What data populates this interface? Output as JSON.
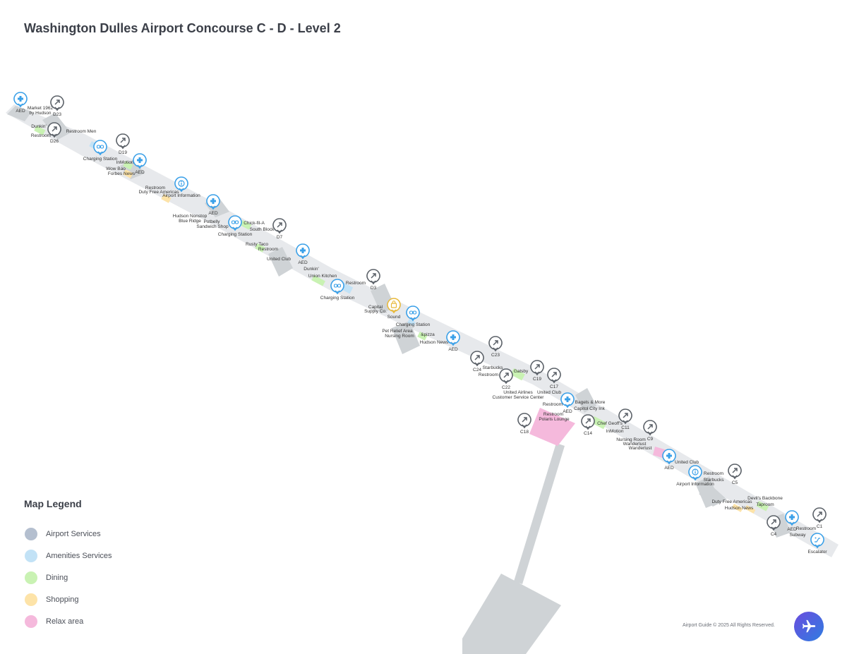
{
  "title": "Washington Dulles Airport Concourse C - D - Level 2",
  "colors": {
    "terminal": "#e7e9ec",
    "corridor": "#cfd3d6",
    "airport_services": "#b4bfcf",
    "amenities_services": "#c2e2f6",
    "dining": "#c9f2b3",
    "shopping": "#fde3a8",
    "relax_area": "#f5b9dc",
    "pin_outline": "#5b6168",
    "medical_pin": "#3aa0e8",
    "shop_pin": "#e8b93a"
  },
  "legend": {
    "title": "Map Legend",
    "items": [
      {
        "label": "Airport Services",
        "color": "#b4bfcf"
      },
      {
        "label": "Amenities Services",
        "color": "#c2e2f6"
      },
      {
        "label": "Dining",
        "color": "#c9f2b3"
      },
      {
        "label": "Shopping",
        "color": "#fde3a8"
      },
      {
        "label": "Relax area",
        "color": "#f5b9dc"
      }
    ]
  },
  "pins": [
    {
      "type": "aed",
      "label": "AED",
      "icon": "medical-cross-icon"
    },
    {
      "type": "gate",
      "label": "D23",
      "icon": "arrow-up-right-icon"
    },
    {
      "type": "gate",
      "label": "D26",
      "icon": "arrow-up-right-icon"
    },
    {
      "type": "charging",
      "label": "Charging Station",
      "icon": "plug-icon"
    },
    {
      "type": "gate",
      "label": "D19",
      "icon": "arrow-up-right-icon"
    },
    {
      "type": "aed",
      "label": "AED",
      "icon": "medical-cross-icon"
    },
    {
      "type": "info",
      "label": "Airport Information",
      "icon": "info-icon"
    },
    {
      "type": "aed",
      "label": "AED",
      "icon": "medical-cross-icon"
    },
    {
      "type": "charging",
      "label": "Charging Station",
      "icon": "plug-icon"
    },
    {
      "type": "gate",
      "label": "D7",
      "icon": "arrow-up-right-icon"
    },
    {
      "type": "aed",
      "label": "AED",
      "icon": "medical-cross-icon"
    },
    {
      "type": "gate",
      "label": "D3",
      "icon": "arrow-up-right-icon"
    },
    {
      "type": "charging",
      "label": "Charging Station",
      "icon": "plug-icon"
    },
    {
      "type": "shop",
      "label": "Sound",
      "icon": "shopping-bag-icon"
    },
    {
      "type": "charging",
      "label": "Charging Station",
      "icon": "plug-icon"
    },
    {
      "type": "aed",
      "label": "AED",
      "icon": "medical-cross-icon"
    },
    {
      "type": "gate",
      "label": "C23",
      "icon": "arrow-up-right-icon"
    },
    {
      "type": "gate",
      "label": "C24",
      "icon": "arrow-up-right-icon"
    },
    {
      "type": "gate",
      "label": "C22",
      "icon": "arrow-up-right-icon"
    },
    {
      "type": "gate",
      "label": "C19",
      "icon": "arrow-up-right-icon"
    },
    {
      "type": "gate",
      "label": "C17",
      "icon": "arrow-up-right-icon"
    },
    {
      "type": "aed",
      "label": "AED",
      "icon": "medical-cross-icon"
    },
    {
      "type": "gate",
      "label": "C18",
      "icon": "arrow-up-right-icon"
    },
    {
      "type": "gate",
      "label": "C14",
      "icon": "arrow-up-right-icon"
    },
    {
      "type": "gate",
      "label": "C11",
      "icon": "arrow-up-right-icon"
    },
    {
      "type": "gate",
      "label": "C9",
      "icon": "arrow-up-right-icon"
    },
    {
      "type": "aed",
      "label": "AED",
      "icon": "medical-cross-icon"
    },
    {
      "type": "info",
      "label": "Airport Information",
      "icon": "info-icon"
    },
    {
      "type": "gate",
      "label": "C5",
      "icon": "arrow-up-right-icon"
    },
    {
      "type": "gate",
      "label": "C4",
      "icon": "arrow-up-right-icon"
    },
    {
      "type": "aed",
      "label": "AED",
      "icon": "medical-cross-icon"
    },
    {
      "type": "gate",
      "label": "C1",
      "icon": "arrow-up-right-icon"
    },
    {
      "type": "escalator",
      "label": "Escalator",
      "icon": "escalator-icon"
    }
  ],
  "place_labels": [
    "Market 1962",
    "by Hudson",
    "Dunkin'",
    "Restroom",
    "Restroom Men",
    "InMotion",
    "Wow Bao",
    "Forbes News",
    "Restroom",
    "Duty Free Americas",
    "Hudson Nonstop",
    "Blue Ridge",
    "Potbelly",
    "Sandwich Shop",
    "Chick-fil-A",
    "South Block",
    "Rusty Taco",
    "Restroom",
    "United Club",
    "Dunkin'",
    "Union Kitchen",
    "Restroom",
    "Capital",
    "Supply Co.",
    "Pet Relief Area",
    "Nursing Room",
    "&pizza",
    "Hudson News",
    "Starbucks",
    "Restroom",
    "Gatsby",
    "United Airlines",
    "Customer Service Center",
    "United Club",
    "Restroom",
    "Bagels & More",
    "Capitol City Ink",
    "Restroom",
    "Polaris Lounge",
    "Chef Geoff's",
    "InMotion",
    "Nursing Room",
    "Wanderlust",
    "Wanderlust",
    "United Club",
    "Restroom",
    "Starbucks",
    "Devil's Backbone",
    "Taproom",
    "Duty Free Americas",
    "Hudson News",
    "Restroom",
    "Subway"
  ],
  "footer": {
    "copyright": "Airport Guide © 2025 All Rights Reserved.",
    "fab_icon": "airplane-icon"
  }
}
